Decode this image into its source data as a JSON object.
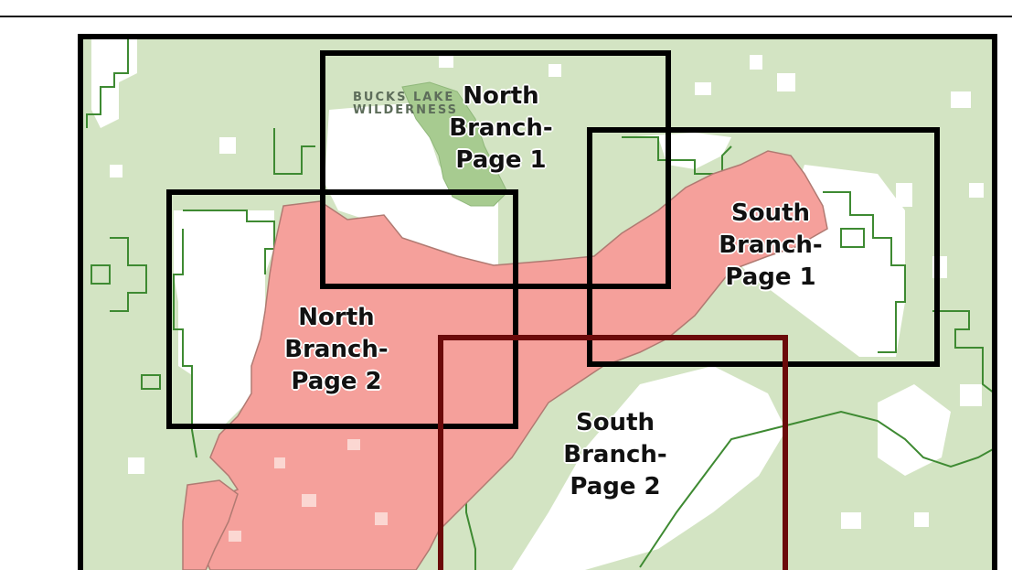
{
  "wilderness": {
    "line1": "BUCKS LAKE",
    "line2": "WILDERNESS"
  },
  "pages": {
    "north_1": {
      "line1": "North",
      "line2": "Branch-",
      "line3": "Page 1"
    },
    "south_1": {
      "line1": "South",
      "line2": "Branch-",
      "line3": "Page 1"
    },
    "north_2": {
      "line1": "North",
      "line2": "Branch-",
      "line3": "Page 2"
    },
    "south_2": {
      "line1": "South",
      "line2": "Branch-",
      "line3": "Page 2"
    }
  },
  "colors": {
    "forest": "#d3e4c3",
    "private_land": "#ffffff",
    "fire_perimeter": "#f5a09b",
    "fire_outline": "#b07a72",
    "wilderness": "#a7cb90",
    "boundary": "#3e8a32",
    "frame": "#000000",
    "page_box": "#000000",
    "page_box_highlight": "#6b0a0a"
  }
}
